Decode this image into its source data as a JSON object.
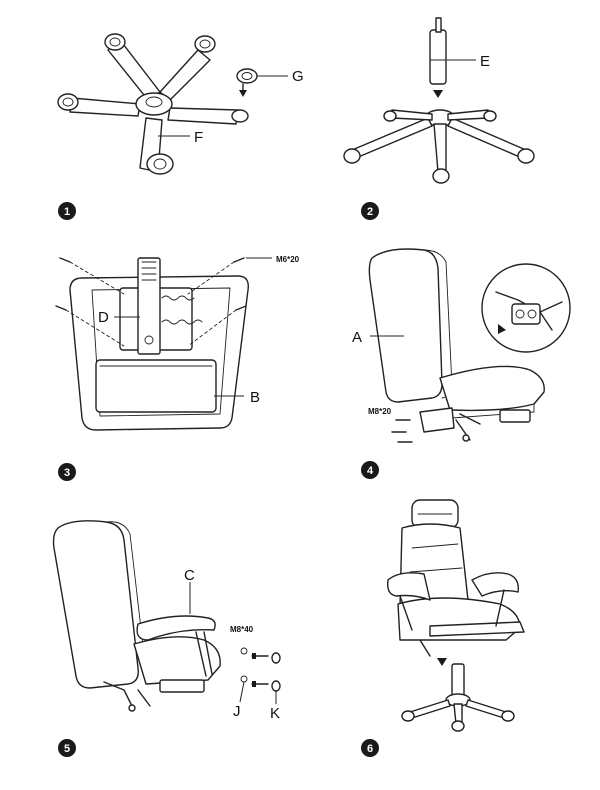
{
  "labels": {
    "E": "E",
    "F": "F",
    "G": "G",
    "D": "D",
    "B": "B",
    "A": "A",
    "C": "C",
    "J": "J",
    "K": "K"
  },
  "screws": {
    "step3": "M6*20",
    "step4": "M8*20",
    "step5": "M8*40"
  },
  "steps": [
    "1",
    "2",
    "3",
    "4",
    "5",
    "6"
  ]
}
